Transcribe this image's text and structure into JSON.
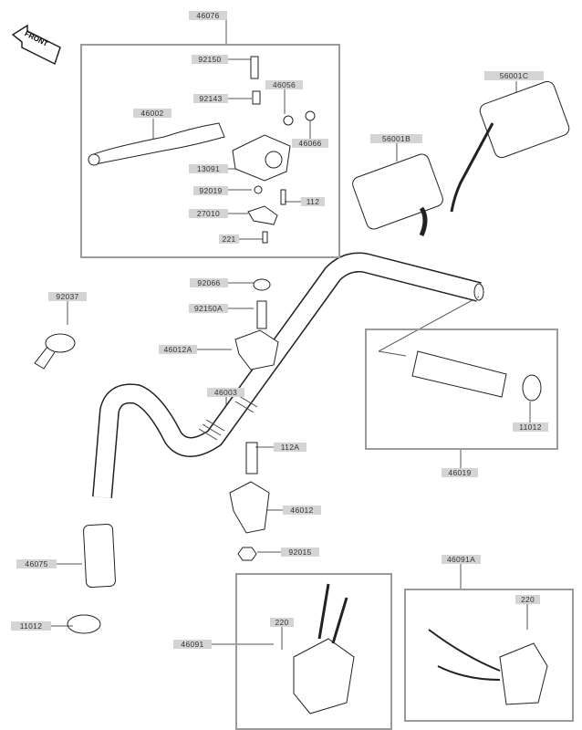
{
  "title": "Handlebar parts diagram",
  "front_marker": "FRONT",
  "labels": {
    "lever_assy": "46076",
    "bolt_92150": "92150",
    "collar_92143": "92143",
    "lever_46002": "46002",
    "part_46056": "46056",
    "part_46066": "46066",
    "holder_13091": "13091",
    "nut_92019": "92019",
    "bolt_112": "112",
    "switch_27010": "27010",
    "screw_221": "221",
    "mirror_left": "56001B",
    "mirror_right": "56001C",
    "band_92037": "92037",
    "cap_92066": "92066",
    "bolt_92150A": "92150A",
    "holder_46012A": "46012A",
    "handlebar_46003": "46003",
    "bolt_112A": "112A",
    "holder_46012": "46012",
    "nut_92015": "92015",
    "grip_46075": "46075",
    "end_cap_left": "11012",
    "switch_46091": "46091",
    "screw_220_left": "220",
    "switch_46091A": "46091A",
    "screw_220_right": "220",
    "throttle_grip_46019": "46019",
    "end_cap_right": "11012"
  }
}
